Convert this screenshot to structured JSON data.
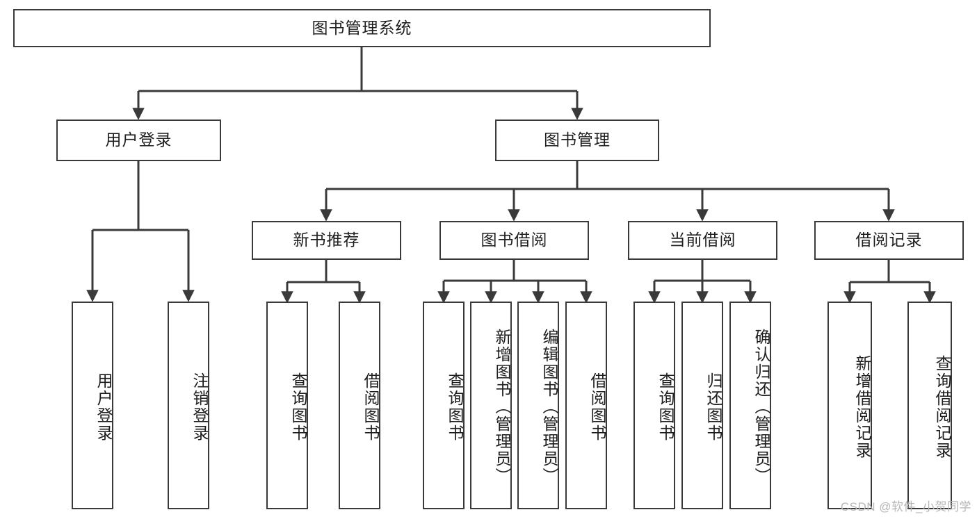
{
  "diagram": {
    "title_node": {
      "label": "图书管理系统"
    },
    "level1": [
      {
        "id": "user-login",
        "label": "用户登录"
      },
      {
        "id": "book-management",
        "label": "图书管理"
      }
    ],
    "level2": [
      {
        "id": "new-book-recommend",
        "label": "新书推荐"
      },
      {
        "id": "book-borrow",
        "label": "图书借阅"
      },
      {
        "id": "current-borrow",
        "label": "当前借阅"
      },
      {
        "id": "borrow-record",
        "label": "借阅记录"
      }
    ],
    "leaves": [
      {
        "id": "leaf-user-login",
        "label": "用户登录",
        "parent": "user-login"
      },
      {
        "id": "leaf-logout-login",
        "label": "注销登录",
        "parent": "user-login"
      },
      {
        "id": "leaf-query-book-1",
        "label": "查询图书",
        "parent": "new-book-recommend"
      },
      {
        "id": "leaf-borrow-book-1",
        "label": "借阅图书",
        "parent": "new-book-recommend"
      },
      {
        "id": "leaf-query-book-2",
        "label": "查询图书",
        "parent": "book-borrow"
      },
      {
        "id": "leaf-add-book",
        "label": "新增图书（管理员）",
        "parent": "book-borrow"
      },
      {
        "id": "leaf-edit-book",
        "label": "编辑图书（管理员）",
        "parent": "book-borrow"
      },
      {
        "id": "leaf-borrow-book-2",
        "label": "借阅图书",
        "parent": "book-borrow"
      },
      {
        "id": "leaf-query-book-3",
        "label": "查询图书",
        "parent": "current-borrow"
      },
      {
        "id": "leaf-return-book",
        "label": "归还图书",
        "parent": "current-borrow"
      },
      {
        "id": "leaf-confirm-return",
        "label": "确认归还（管理员）",
        "parent": "current-borrow"
      },
      {
        "id": "leaf-add-record",
        "label": "新增借阅记录",
        "parent": "borrow-record"
      },
      {
        "id": "leaf-query-record",
        "label": "查询借阅记录",
        "parent": "borrow-record"
      }
    ],
    "watermark": "CSDN @软件_小贺同学",
    "colors": {
      "border": "#3a3a3a",
      "text": "#1d1d1d",
      "background": "#ffffff",
      "watermark": "#b6b6b6"
    }
  }
}
